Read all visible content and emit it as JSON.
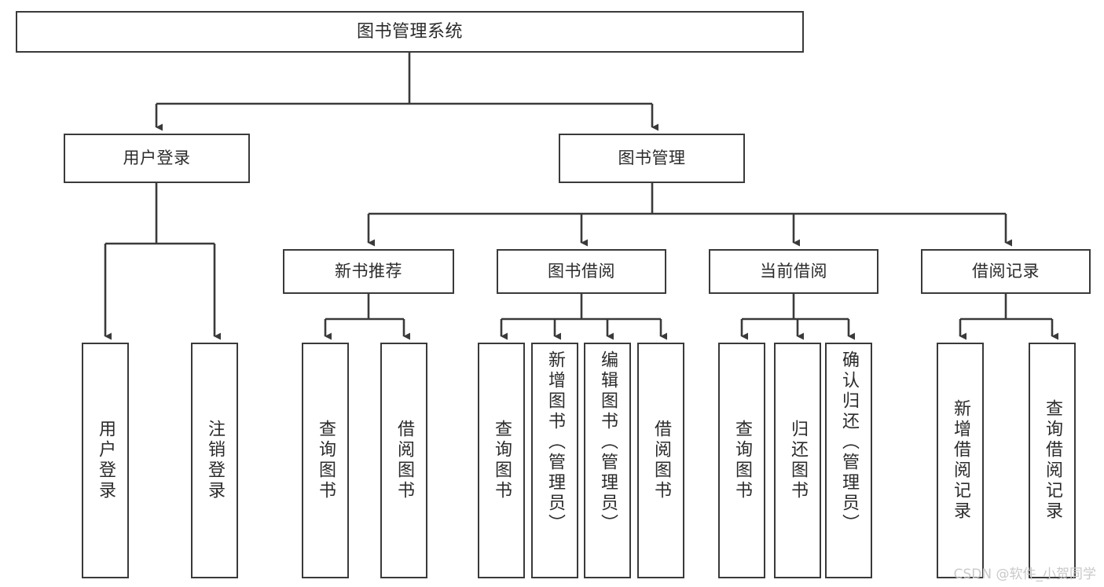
{
  "diagram": {
    "type": "tree",
    "title": "图书管理系统",
    "orientation": "top-down",
    "watermark": "CSDN @软件_小贺同学",
    "colors": {
      "background": "#ffffff",
      "border": "#3a3a3a",
      "text": "#2b2b2b",
      "watermark": "#c9c9c9"
    },
    "nodes": {
      "root": {
        "label": "图书管理系统"
      },
      "level2": [
        {
          "label": "用户登录"
        },
        {
          "label": "图书管理"
        }
      ],
      "level3": [
        {
          "label": "新书推荐"
        },
        {
          "label": "图书借阅"
        },
        {
          "label": "当前借阅"
        },
        {
          "label": "借阅记录"
        }
      ],
      "leaves_user_login": [
        {
          "label": "用户登录"
        },
        {
          "label": "注销登录"
        }
      ],
      "leaves_new_book": [
        {
          "label": "查询图书"
        },
        {
          "label": "借阅图书"
        }
      ],
      "leaves_borrow": [
        {
          "label": "查询图书"
        },
        {
          "label": "新增图书（管理员）"
        },
        {
          "label": "编辑图书（管理员）"
        },
        {
          "label": "借阅图书"
        }
      ],
      "leaves_current": [
        {
          "label": "查询图书"
        },
        {
          "label": "归还图书"
        },
        {
          "label": "确认归还（管理员）"
        }
      ],
      "leaves_records": [
        {
          "label": "新增借阅记录"
        },
        {
          "label": "查询借阅记录"
        }
      ]
    }
  }
}
